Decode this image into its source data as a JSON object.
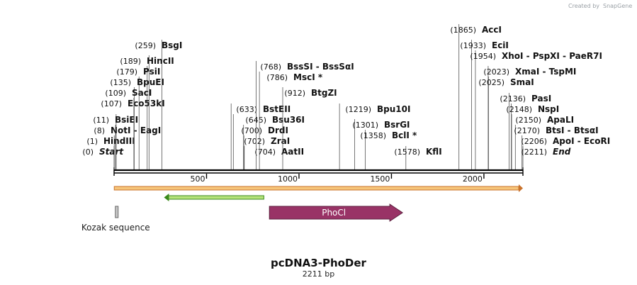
{
  "plasmid": {
    "name": "pcDNA3-PhoDer",
    "length_label": "2211 bp",
    "length_bp": 2211
  },
  "credit": {
    "text": "Created by",
    "brand": "SnapGene",
    "brand_color": "#9aa0a6"
  },
  "ruler": {
    "ticks": [
      {
        "bp": 500,
        "label": "500"
      },
      {
        "bp": 1000,
        "label": "1000"
      },
      {
        "bp": 1500,
        "label": "1500"
      },
      {
        "bp": 2000,
        "label": "2000"
      }
    ]
  },
  "sites": [
    {
      "name": "Start",
      "pos": 0,
      "pos_label": "(0)",
      "italic": true
    },
    {
      "name": "HindIII",
      "pos": 1,
      "pos_label": "(1)"
    },
    {
      "name": "NotI",
      "name2": "EagI",
      "pos": 8,
      "pos_label": "(8)"
    },
    {
      "name": "BsiEI",
      "pos": 11,
      "pos_label": "(11)"
    },
    {
      "name": "Eco53kI",
      "pos": 107,
      "pos_label": "(107)"
    },
    {
      "name": "SacI",
      "pos": 109,
      "pos_label": "(109)"
    },
    {
      "name": "BpuEI",
      "pos": 135,
      "pos_label": "(135)"
    },
    {
      "name": "PsiI",
      "pos": 179,
      "pos_label": "(179)"
    },
    {
      "name": "HincII",
      "pos": 189,
      "pos_label": "(189)"
    },
    {
      "name": "BsgI",
      "pos": 259,
      "pos_label": "(259)"
    },
    {
      "name": "BstEII",
      "pos": 633,
      "pos_label": "(633)"
    },
    {
      "name": "Bsu36I",
      "pos": 645,
      "pos_label": "(645)"
    },
    {
      "name": "DrdI",
      "pos": 700,
      "pos_label": "(700)"
    },
    {
      "name": "ZraI",
      "pos": 702,
      "pos_label": "(702)"
    },
    {
      "name": "AatII",
      "pos": 704,
      "pos_label": "(704)"
    },
    {
      "name": "BssSI",
      "name2": "BssSαI",
      "pos": 768,
      "pos_label": "(768)"
    },
    {
      "name": "MscI",
      "star": "*",
      "pos": 786,
      "pos_label": "(786)"
    },
    {
      "name": "BtgZI",
      "pos": 912,
      "pos_label": "(912)"
    },
    {
      "name": "Bpu10I",
      "pos": 1219,
      "pos_label": "(1219)"
    },
    {
      "name": "BsrGI",
      "pos": 1301,
      "pos_label": "(1301)"
    },
    {
      "name": "BclI",
      "star": "*",
      "pos": 1358,
      "pos_label": "(1358)"
    },
    {
      "name": "KflI",
      "pos": 1578,
      "pos_label": "(1578)"
    },
    {
      "name": "AccI",
      "pos": 1865,
      "pos_label": "(1865)"
    },
    {
      "name": "EciI",
      "pos": 1933,
      "pos_label": "(1933)"
    },
    {
      "name": "XhoI",
      "name2": "PspXI",
      "name3": "PaeR7I",
      "pos": 1954,
      "pos_label": "(1954)"
    },
    {
      "name": "XmaI",
      "name2": "TspMI",
      "pos": 2023,
      "pos_label": "(2023)"
    },
    {
      "name": "SmaI",
      "pos": 2025,
      "pos_label": "(2025)"
    },
    {
      "name": "PasI",
      "pos": 2136,
      "pos_label": "(2136)"
    },
    {
      "name": "NspI",
      "pos": 2148,
      "pos_label": "(2148)"
    },
    {
      "name": "ApaLI",
      "pos": 2150,
      "pos_label": "(2150)"
    },
    {
      "name": "BtsI",
      "name2": "BtsαI",
      "pos": 2170,
      "pos_label": "(2170)"
    },
    {
      "name": "ApoI",
      "name2": "EcoRI",
      "pos": 2206,
      "pos_label": "(2206)"
    },
    {
      "name": "End",
      "pos": 2211,
      "pos_label": "(2211)",
      "italic": true
    }
  ],
  "features": [
    {
      "id": "full-span-feature",
      "start": 1,
      "end": 2211,
      "kind": "bar",
      "fill": "#f6c57a",
      "stroke": "#c9722b",
      "label": ""
    },
    {
      "id": "reverse-feature",
      "start": 270,
      "end": 810,
      "kind": "reverse-arrow",
      "fill": "#b6e37b",
      "stroke": "#3a8a1c",
      "label": ""
    },
    {
      "id": "kozak-sequence",
      "start": 1,
      "end": 10,
      "kind": "box",
      "fill": "#c8c8c8",
      "stroke": "#666666",
      "label": "Kozak sequence"
    },
    {
      "id": "phocl",
      "start": 840,
      "end": 1560,
      "kind": "forward-arrow",
      "fill": "#993366",
      "stroke": "#5a1f3d",
      "label": "PhoCl"
    }
  ]
}
